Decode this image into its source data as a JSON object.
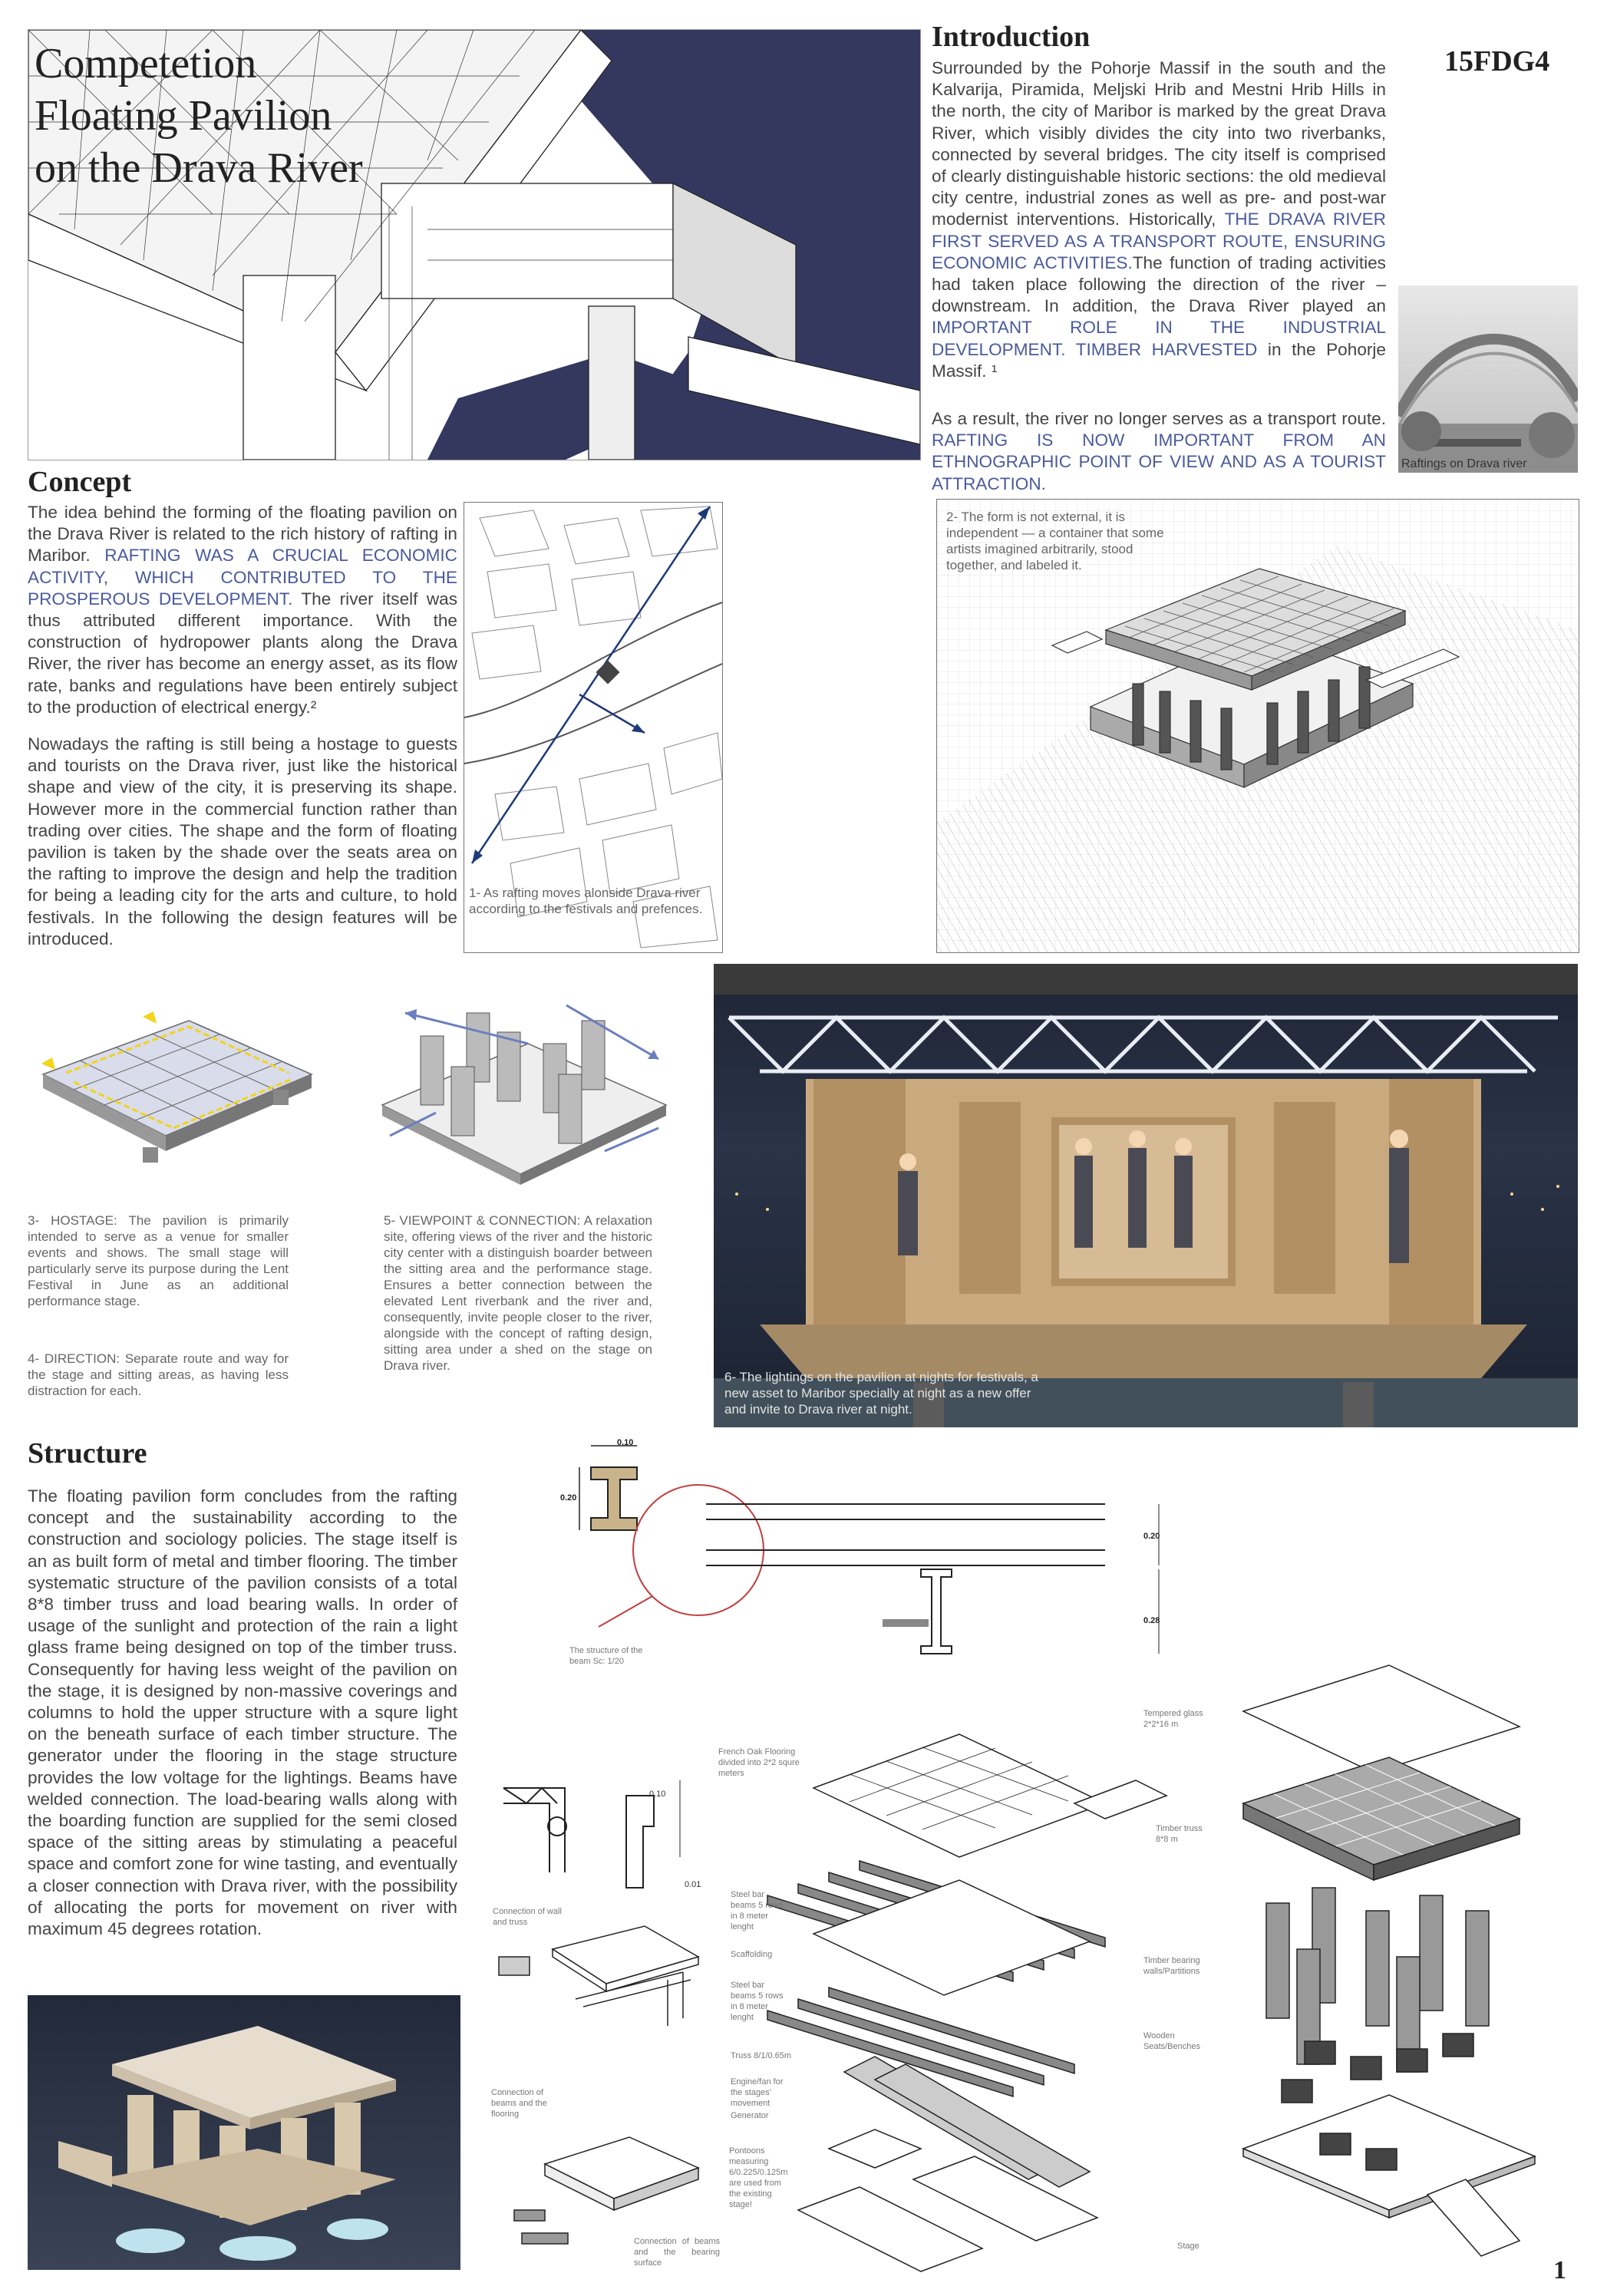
{
  "header": {
    "title_lines": [
      "Competetion",
      "Floating Pavilion",
      "on the Drava River"
    ],
    "code": "15FDG4",
    "page_number": "1"
  },
  "introduction": {
    "heading": "Introduction",
    "p1_a": "Surrounded by the Pohorje Massif in the south and the Kalvarija, Piramida, Meljski Hrib and Mestni Hrib Hills in the north, the city of Maribor is marked by the great Drava River, which visibly divides the city into two riverbanks, connected by several bridges. The city itself is comprised of clearly distinguishable historic sections: the old medieval city centre, industrial zones as well as pre- and post-war modernist interventions. Historically, ",
    "p1_hl1": "THE DRAVA RIVER FIRST SERVED AS A TRANSPORT ROUTE, ENSURING ECONOMIC ACTIVITIES.",
    "p1_b": "The function of trading activities had taken place following the direction of the river – downstream. In addition, the Drava River played an ",
    "p1_hl2": "IMPORTANT ROLE IN THE INDUSTRIAL DEVELOPMENT. TIMBER HARVESTED",
    "p1_c": " in the Pohorje Massif. ¹",
    "p2_a": "As a result, the river no longer serves as a transport route. ",
    "p2_hl": "RAFTING IS NOW IMPORTANT FROM AN ETHNOGRAPHIC POINT OF VIEW AND AS A TOURIST ATTRACTION.",
    "photo_caption": "Raftings on Drava river"
  },
  "concept": {
    "heading": "Concept",
    "p1_a": "The idea behind the forming of the floating pavilion on the Drava River is related to the rich history of rafting in Maribor. ",
    "p1_hl": "RAFTING WAS A CRUCIAL ECONOMIC ACTIVITY, WHICH CONTRIBUTED TO THE PROSPEROUS DEVELOPMENT.",
    "p1_b": " The river itself was thus attributed different importance. With the construction of hydropower plants along the Drava River, the river has become an energy asset, as its flow rate, banks and regulations have been entirely subject to the production of electrical energy.²",
    "p2": "Nowadays the rafting is still being a hostage to guests and tourists on the Drava river, just like the historical shape and view of the city, it is preserving its shape. However more in the commercial function rather than trading over cities. The shape and the form of floating pavilion is taken by the shade over the seats area on the rafting to improve the design and help the tradition for being a leading city for the arts and culture, to hold festivals. In the following the design features will be introduced.",
    "map_caption": "1- As rafting moves alonside Drava river according to the festivals and prefences.",
    "form_caption": "2- The form is not external, it is independent — a container that some artists imagined arbitrarily, stood together, and labeled it.",
    "hostage_text": "3- HOSTAGE: The pavilion is primarily intended to serve as a venue for smaller events and shows. The small stage will particularly serve its purpose during the Lent Festival in June as an additional performance stage.",
    "direction_text": "4- DIRECTION: Separate route and way for the stage and sitting areas, as having less distraction for each.",
    "viewpoint_text": "5- VIEWPOINT & CONNECTION: A relaxation site, offering views of the river and the historic city center with a distinguish boarder between the sitting area and the performance stage. Ensures a better connection between the elevated Lent riverbank and the river and, consequently, invite people closer to the river, alongside with the concept of rafting design, sitting area under a shed on the stage on Drava river.",
    "night_caption": "6- The lightings on the pavilion at nights for festivals, a new asset to Maribor specially at night as a new offer and invite to Drava river at night."
  },
  "structure": {
    "heading": "Structure",
    "body": "The floating pavilion form concludes from the rafting concept and the sustainability according to the construction and sociology policies. The stage itself is an as built form of metal and timber flooring. The timber systematic structure of the pavilion consists of a total 8*8 timber truss and load bearing walls. In order of usage of the sunlight and protection of the rain a light glass frame being designed on top of the timber truss. Consequently for having less weight of the pavilion on the stage, it is designed by non-massive coverings and columns to hold the upper structure with a squre light on the beneath surface of each timber structure. The generator under the flooring in the stage structure provides the low voltage for the lightings. Beams have welded connection. The load-bearing walls along with the boarding function are supplied for the semi closed space of the sitting areas by stimulating a peaceful space and comfort zone for wine tasting, and eventually a closer connection with Drava river, with the possibility of allocating the ports for movement on river with maximum 45 degrees rotation.",
    "beam_dim_top": "0.10",
    "beam_dim_side": "0.20",
    "detail_dim_1": "0.20",
    "detail_dim_2": "0.28",
    "beam_caption": "The structure of the beam Sc: 1/20",
    "wall_truss_dim_1": "0.10",
    "wall_truss_dim_2": "0.01",
    "wall_truss_caption": "Connection of wall and truss",
    "beam_floor_caption": "Connection of beams and the flooring",
    "bearing_caption": "Connection of beams and the bearing surface",
    "exploded_left": [
      "French Oak Flooring divided into 2*2 squre meters",
      "Steel bar beams 5 rows in 8 meter lenght",
      "Scaffolding",
      "Steel bar beams 5 rows in 8 meter lenght",
      "Truss 8/1/0.65m",
      "Engine/fan for the stages' movement",
      "Generator",
      "Pontoons measuring 6/0.225/0.125m are used from the existing stage!"
    ],
    "exploded_right": [
      "Tempered glass 2*2*16 m",
      "Timber truss 8*8 m",
      "Timber bearing walls/Partitions",
      "Wooden Seats/Benches",
      "Stage"
    ]
  }
}
